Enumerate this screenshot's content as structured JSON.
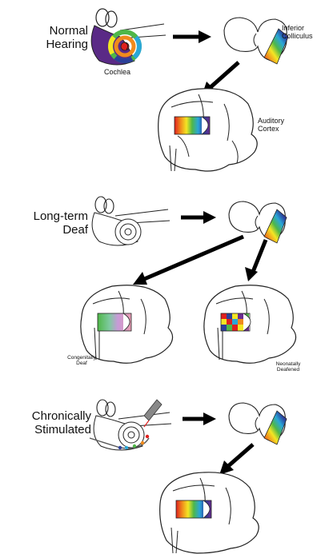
{
  "sections": [
    {
      "title_line1": "Normal",
      "title_line2": "Hearing"
    },
    {
      "title_line1": "Long-term",
      "title_line2": "Deaf"
    },
    {
      "title_line1": "Chronically",
      "title_line2": "Stimulated"
    }
  ],
  "labels": {
    "cochlea": "Cochlea",
    "inferior_colliculus_1": "Inferior",
    "inferior_colliculus_2": "Colliculus",
    "auditory_cortex_1": "Auditory",
    "auditory_cortex_2": "Cortex",
    "congenitally_1": "Congenitally",
    "congenitally_2": "Deaf",
    "neonatally_1": "Neonatally",
    "neonatally_2": "Deafened"
  },
  "colors": {
    "spectrum": [
      "#e0201e",
      "#f08a1c",
      "#f4e623",
      "#4fb748",
      "#2aa7d8",
      "#2b3f9a",
      "#6b2c8f"
    ],
    "cochlea_purple": "#5a2a86",
    "outline": "#222222",
    "arrow": "#000000"
  },
  "icons": {
    "arrow": "right-arrow-icon",
    "diagonal_arrow": "down-left-arrow-icon"
  }
}
